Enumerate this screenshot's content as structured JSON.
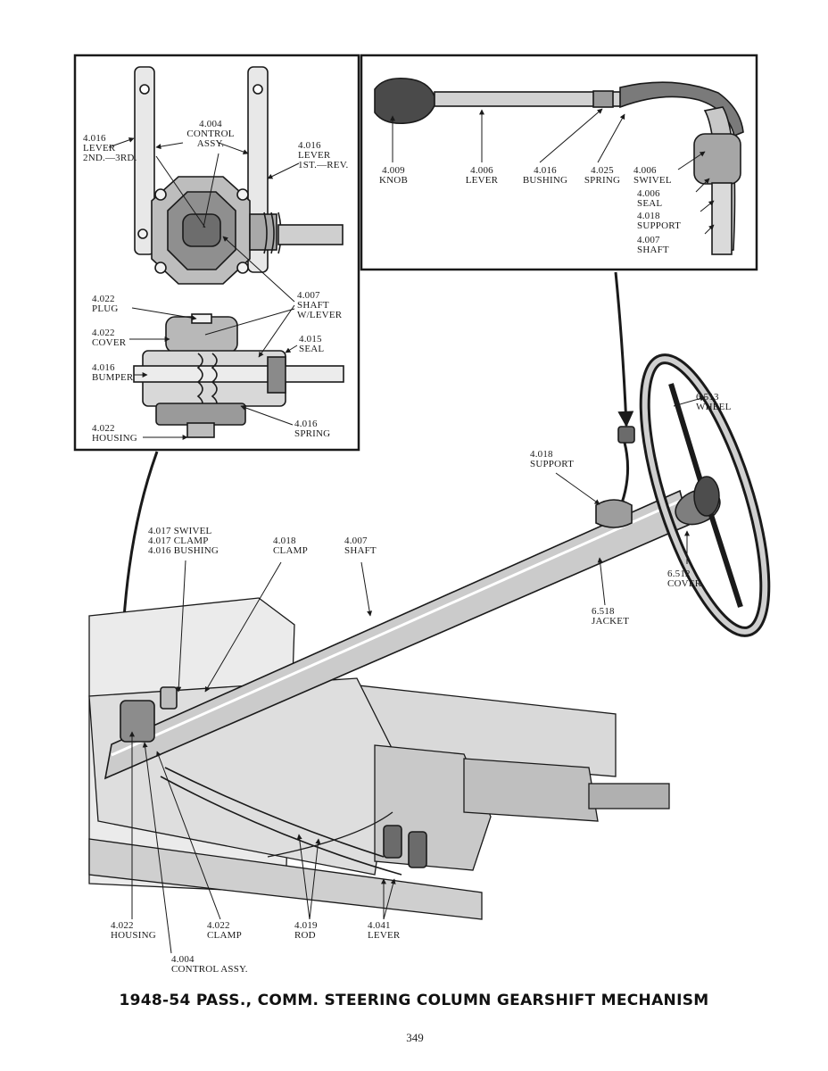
{
  "title": "1948-54 PASS., COMM. STEERING COLUMN GEARSHIFT MECHANISM",
  "page_number": "349",
  "inset_left": {
    "labels": [
      {
        "id": "lever-2nd-3rd",
        "lines": [
          "4.016",
          "LEVER",
          "2ND.—3RD."
        ]
      },
      {
        "id": "control-assy",
        "lines": [
          "4.004",
          "CONTROL",
          "ASSY."
        ]
      },
      {
        "id": "lever-1st-rev",
        "lines": [
          "4.016",
          "LEVER",
          "1ST.—REV."
        ]
      },
      {
        "id": "plug",
        "lines": [
          "4.022",
          "PLUG"
        ]
      },
      {
        "id": "shaft-w-lever",
        "lines": [
          "4.007",
          "SHAFT",
          "W/LEVER"
        ]
      },
      {
        "id": "cover",
        "lines": [
          "4.022",
          "COVER"
        ]
      },
      {
        "id": "seal",
        "lines": [
          "4.015",
          "SEAL"
        ]
      },
      {
        "id": "bumper",
        "lines": [
          "4.016",
          "BUMPER"
        ]
      },
      {
        "id": "housing",
        "lines": [
          "4.022",
          "HOUSING"
        ]
      },
      {
        "id": "spring",
        "lines": [
          "4.016",
          "SPRING"
        ]
      }
    ]
  },
  "inset_right": {
    "labels": [
      {
        "id": "knob",
        "lines": [
          "4.009",
          "KNOB"
        ]
      },
      {
        "id": "lever",
        "lines": [
          "4.006",
          "LEVER"
        ]
      },
      {
        "id": "bushing",
        "lines": [
          "4.016",
          "BUSHING"
        ]
      },
      {
        "id": "spring",
        "lines": [
          "4.025",
          "SPRING"
        ]
      },
      {
        "id": "swivel",
        "lines": [
          "4.006",
          "SWIVEL"
        ]
      },
      {
        "id": "seal",
        "lines": [
          "4.006",
          "SEAL"
        ]
      },
      {
        "id": "support",
        "lines": [
          "4.018",
          "SUPPORT"
        ]
      },
      {
        "id": "shaft",
        "lines": [
          "4.007",
          "SHAFT"
        ]
      }
    ]
  },
  "main": {
    "labels": [
      {
        "id": "support",
        "lines": [
          "4.018",
          "SUPPORT"
        ]
      },
      {
        "id": "wheel",
        "lines": [
          "6.513",
          "WHEEL"
        ]
      },
      {
        "id": "swivel-clamp-bushing",
        "lines": [
          "4.017 SWIVEL",
          "4.017 CLAMP",
          "4.016 BUSHING"
        ]
      },
      {
        "id": "clamp-upper",
        "lines": [
          "4.018",
          "CLAMP"
        ]
      },
      {
        "id": "shaft",
        "lines": [
          "4.007",
          "SHAFT"
        ]
      },
      {
        "id": "cover",
        "lines": [
          "6.512",
          "COVER"
        ]
      },
      {
        "id": "jacket",
        "lines": [
          "6.518",
          "JACKET"
        ]
      },
      {
        "id": "housing",
        "lines": [
          "4.022",
          "HOUSING"
        ]
      },
      {
        "id": "clamp-lower",
        "lines": [
          "4.022",
          "CLAMP"
        ]
      },
      {
        "id": "rod",
        "lines": [
          "4.019",
          "ROD"
        ]
      },
      {
        "id": "lever",
        "lines": [
          "4.041",
          "LEVER"
        ]
      },
      {
        "id": "control-assy",
        "lines": [
          "4.004",
          "CONTROL  ASSY."
        ]
      }
    ]
  }
}
